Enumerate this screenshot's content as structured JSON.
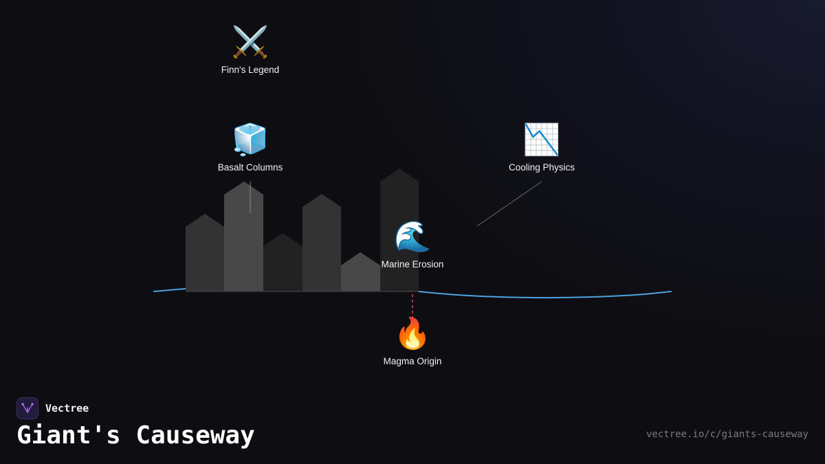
{
  "nodes": [
    {
      "id": "finns-legend",
      "icon": "⚔️",
      "icon_name": "crossed-swords-icon",
      "label": "Finn's Legend"
    },
    {
      "id": "basalt-columns",
      "icon": "🧊",
      "icon_name": "ice-cube-icon",
      "label": "Basalt Columns"
    },
    {
      "id": "cooling-physics",
      "icon": "📉",
      "icon_name": "chart-decreasing-icon",
      "label": "Cooling Physics"
    },
    {
      "id": "marine-erosion",
      "icon": "🌊",
      "icon_name": "water-wave-icon",
      "label": "Marine Erosion"
    },
    {
      "id": "magma-origin",
      "icon": "🔥",
      "icon_name": "fire-icon",
      "label": "Magma Origin"
    }
  ],
  "brand": {
    "name": "Vectree",
    "logo_icon": "vectree-logo-icon"
  },
  "title": "Giant's Causeway",
  "url": "vectree.io/c/giants-causeway",
  "colors": {
    "background": "#0e0e12",
    "wave_line": "#4fa3e0",
    "magma_link": "#d9443a",
    "column_dark": "#222222",
    "column_mid": "#333333",
    "column_light": "#484848",
    "brand_accent": "#9b5de5"
  }
}
